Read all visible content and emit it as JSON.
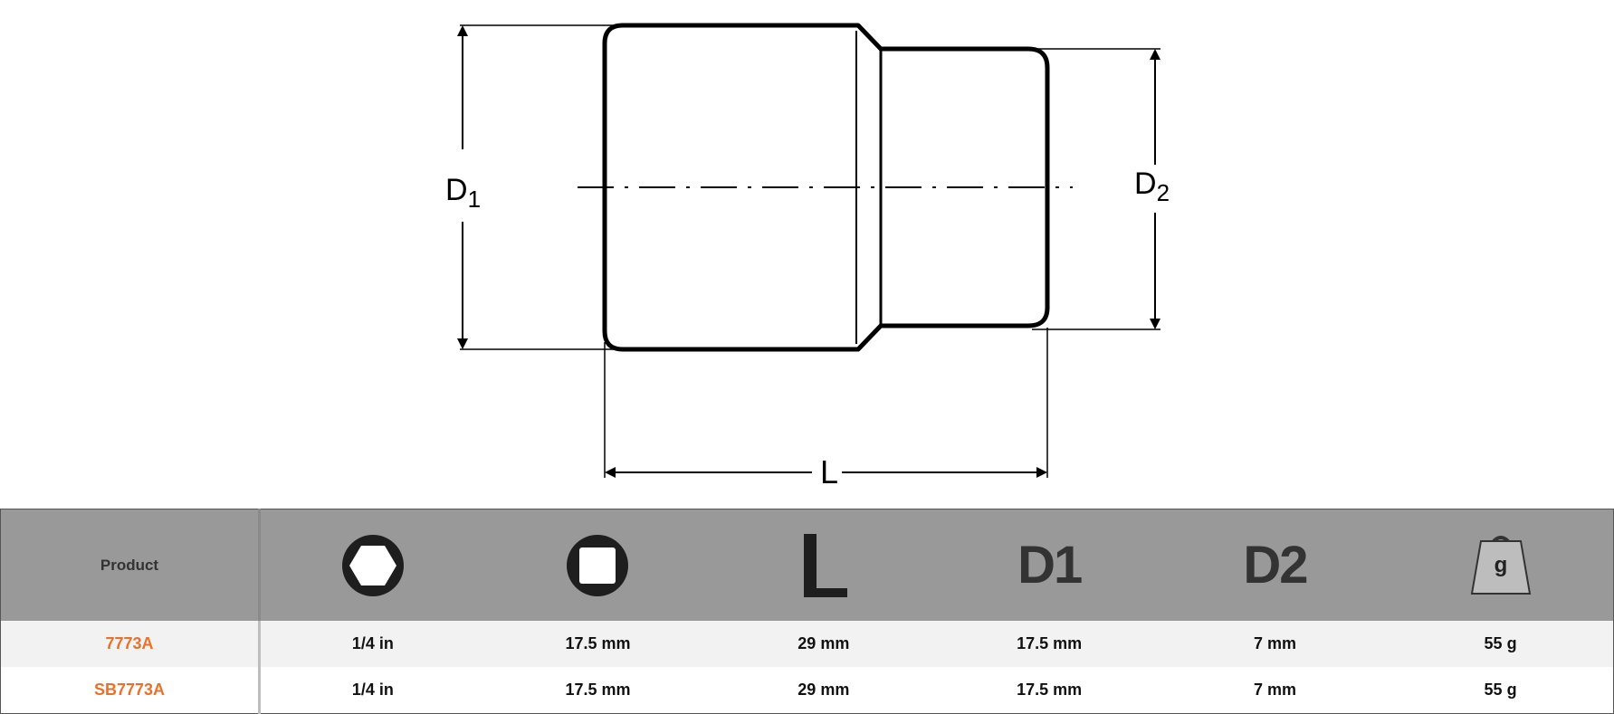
{
  "diagram": {
    "label_d1_main": "D",
    "label_d1_sub": "1",
    "label_d2_main": "D",
    "label_d2_sub": "2",
    "label_l": "L"
  },
  "table": {
    "product_header": "Product",
    "columns": [
      {
        "icon": "hexagon-drive-icon"
      },
      {
        "icon": "square-drive-icon"
      },
      {
        "icon": "length-l-icon",
        "label": "L"
      },
      {
        "icon": "diameter-d1-icon",
        "label": "D1"
      },
      {
        "icon": "diameter-d2-icon",
        "label": "D2"
      },
      {
        "icon": "weight-icon",
        "label": "g"
      }
    ],
    "rows": [
      {
        "product": "7773A",
        "hex": "1/4 in",
        "square": "17.5 mm",
        "length": "29 mm",
        "d1": "17.5 mm",
        "d2": "7 mm",
        "weight": "55 g"
      },
      {
        "product": "SB7773A",
        "hex": "1/4 in",
        "square": "17.5 mm",
        "length": "29 mm",
        "d1": "17.5 mm",
        "d2": "7 mm",
        "weight": "55 g"
      }
    ],
    "colors": {
      "header_bg": "#999999",
      "product_link": "#e8712b"
    }
  }
}
